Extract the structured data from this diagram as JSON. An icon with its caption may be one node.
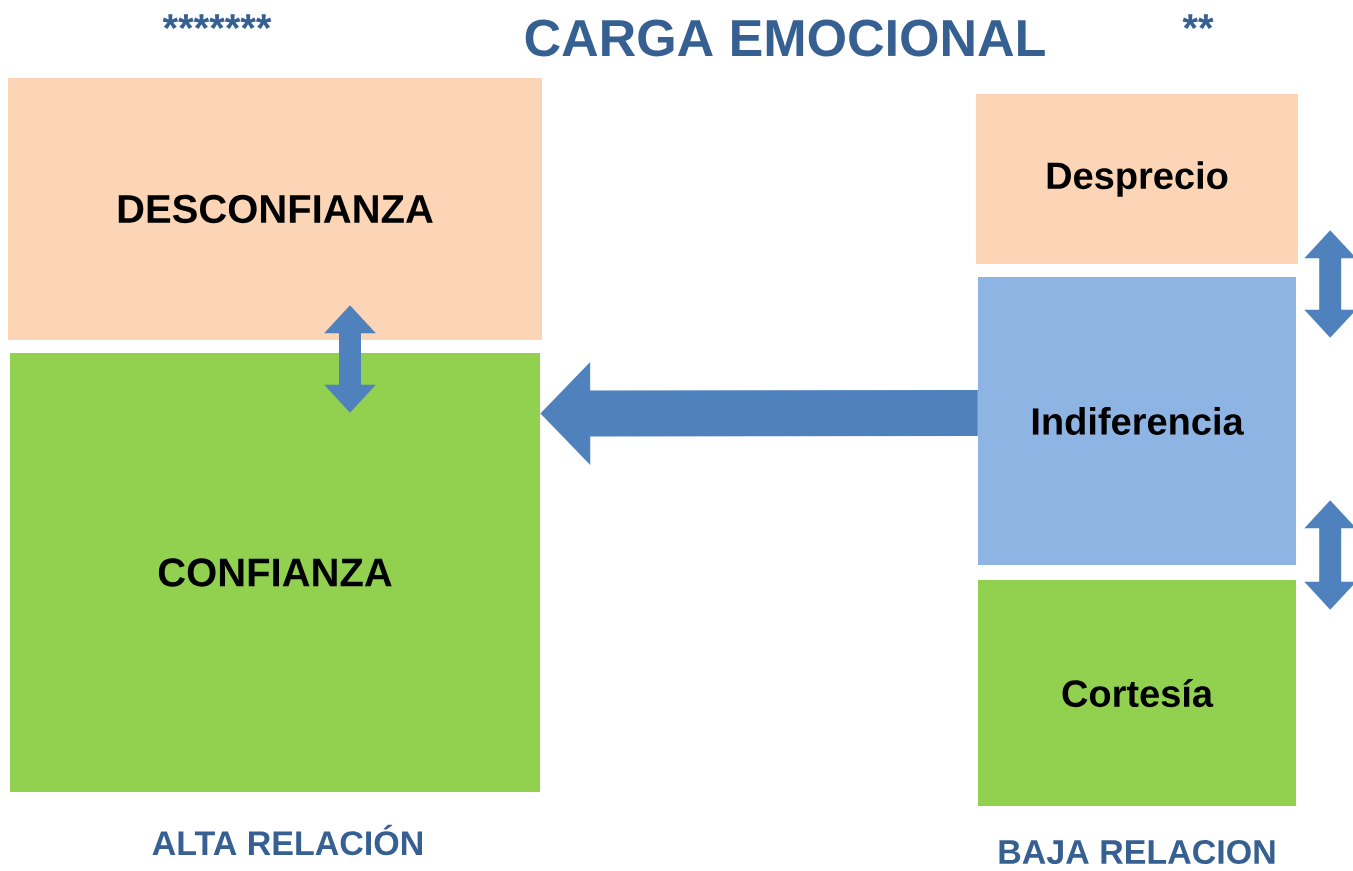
{
  "diagram": {
    "title": "CARGA EMOCIONAL",
    "nodes": [
      {
        "text": [
          "DESCONFIANZA"
        ]
      },
      {
        "text": [
          "CONFIANZA"
        ]
      },
      {
        "text": [
          "Desprecio"
        ]
      },
      {
        "text": [
          "Indiferencia"
        ]
      },
      {
        "text": [
          "Cortesía"
        ]
      }
    ],
    "edges": [
      {
        "from": 0,
        "to": 1,
        "arrow": "both"
      },
      {
        "from": 2,
        "to": 3,
        "arrow": "both"
      },
      {
        "from": 3,
        "to": 4,
        "arrow": "both"
      },
      {
        "from": 3,
        "to": 1,
        "arrow": "to",
        "style": "thick"
      }
    ],
    "labels": [
      "*******",
      "**",
      "ALTA RELACIÓN",
      "BAJA RELACION"
    ]
  }
}
